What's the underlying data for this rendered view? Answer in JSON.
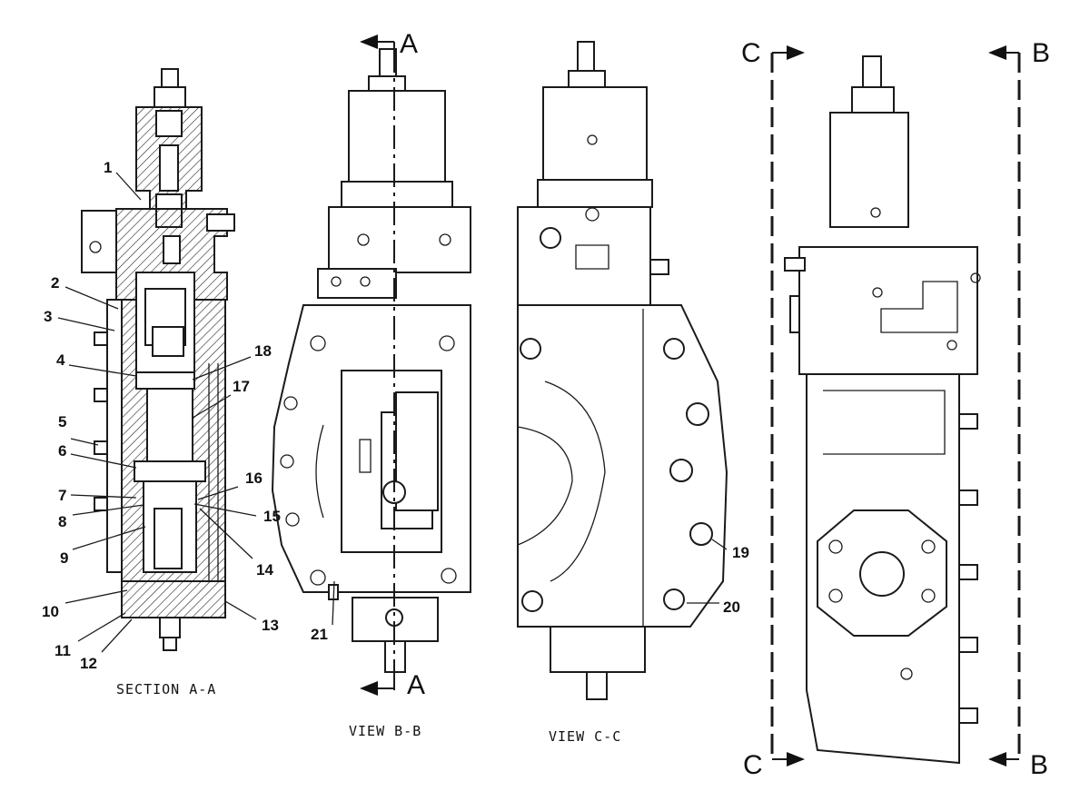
{
  "callouts": [
    {
      "id": "1",
      "text": "1"
    },
    {
      "id": "2",
      "text": "2"
    },
    {
      "id": "3",
      "text": "3"
    },
    {
      "id": "4",
      "text": "4"
    },
    {
      "id": "5",
      "text": "5"
    },
    {
      "id": "6",
      "text": "6"
    },
    {
      "id": "7",
      "text": "7"
    },
    {
      "id": "8",
      "text": "8"
    },
    {
      "id": "9",
      "text": "9"
    },
    {
      "id": "10",
      "text": "10"
    },
    {
      "id": "11",
      "text": "11"
    },
    {
      "id": "12",
      "text": "12"
    },
    {
      "id": "13",
      "text": "13"
    },
    {
      "id": "14",
      "text": "14"
    },
    {
      "id": "15",
      "text": "15"
    },
    {
      "id": "16",
      "text": "16"
    },
    {
      "id": "17",
      "text": "17"
    },
    {
      "id": "18",
      "text": "18"
    },
    {
      "id": "19",
      "text": "19"
    },
    {
      "id": "20",
      "text": "20"
    },
    {
      "id": "21",
      "text": "21"
    }
  ],
  "captions": {
    "section_aa": "SECTION A-A",
    "view_bb": "VIEW B-B",
    "view_cc": "VIEW C-C"
  },
  "section_markers": {
    "a_top": "A",
    "a_bottom": "A",
    "b_top": "B",
    "b_bottom": "B",
    "c_top": "C",
    "c_bottom": "C"
  }
}
